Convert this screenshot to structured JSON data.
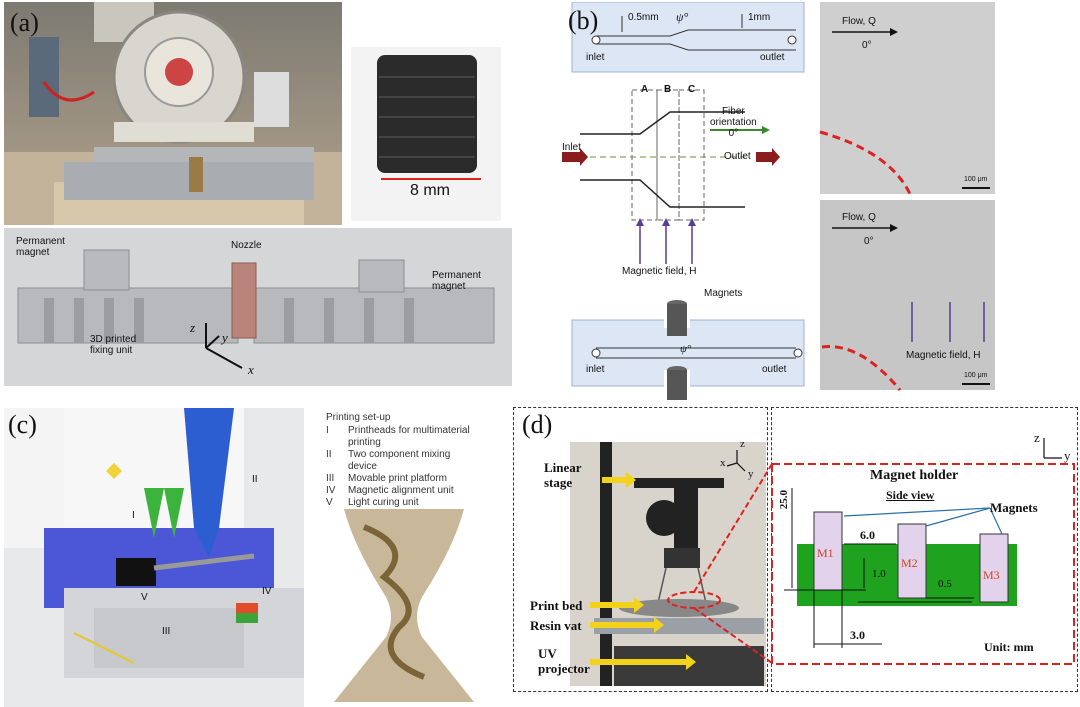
{
  "panel_a": {
    "label": "(a)",
    "scale_label": "8 mm",
    "labels": {
      "permanent_magnet_left": [
        "Permanent",
        "magnet"
      ],
      "nozzle": "Nozzle",
      "permanent_magnet_right": [
        "Permanent",
        "magnet"
      ],
      "fixing_unit": [
        "3D printed",
        "fixing unit"
      ],
      "axis_z": "z",
      "axis_y": "y",
      "axis_x": "x"
    }
  },
  "panel_b": {
    "label": "(b)",
    "channel_top": {
      "dim_small": "0.5mm",
      "angle": "ψ°",
      "dim_large": "1mm",
      "inlet": "inlet",
      "outlet": "outlet"
    },
    "zones": [
      "A",
      "B",
      "C"
    ],
    "fiber_orientation": [
      "Fiber",
      "orientation",
      "0°"
    ],
    "inlet_arrow": "Inlet",
    "outlet_arrow": "Outlet",
    "magnetic_field": "Magnetic field, H",
    "magnets": "Magnets",
    "channel_bottom": {
      "angle": "ψ°",
      "inlet": "inlet",
      "outlet": "outlet"
    },
    "micro_top": {
      "flow": "Flow, Q",
      "angle": "0°",
      "scale": "100 μm"
    },
    "micro_bottom": {
      "flow": "Flow, Q",
      "angle": "0°",
      "field": "Magnetic field, H",
      "scale": "100 μm"
    }
  },
  "panel_c": {
    "label": "(c)",
    "setup_title": "Printing set-up",
    "setup_items": [
      {
        "num": "I",
        "text": "Printheads for multimaterial printing"
      },
      {
        "num": "II",
        "text": "Two component mixing device"
      },
      {
        "num": "III",
        "text": "Movable print platform"
      },
      {
        "num": "IV",
        "text": "Magnetic alignment unit"
      },
      {
        "num": "V",
        "text": "Light curing unit"
      }
    ],
    "roman": {
      "I": "I",
      "II": "II",
      "III": "III",
      "IV": "IV",
      "V": "V"
    }
  },
  "panel_d": {
    "label": "(d)",
    "photo_labels": {
      "linear_stage": [
        "Linear",
        "stage"
      ],
      "print_bed": "Print bed",
      "resin_vat": "Resin vat",
      "uv_projector": [
        "UV",
        "projector"
      ],
      "axis_x": "x",
      "axis_y": "y",
      "axis_z": "z"
    },
    "holder": {
      "title": "Magnet holder",
      "subtitle": "Side view",
      "magnets_label": "Magnets",
      "m1": "M1",
      "m2": "M2",
      "m3": "M3",
      "dim_height": "25.0",
      "dim_gap": "6.0",
      "dim_offset1": "1.0",
      "dim_offset2": "0.5",
      "dim_width": "3.0",
      "unit": "Unit: mm",
      "axis_z": "z",
      "axis_y": "y"
    }
  }
}
